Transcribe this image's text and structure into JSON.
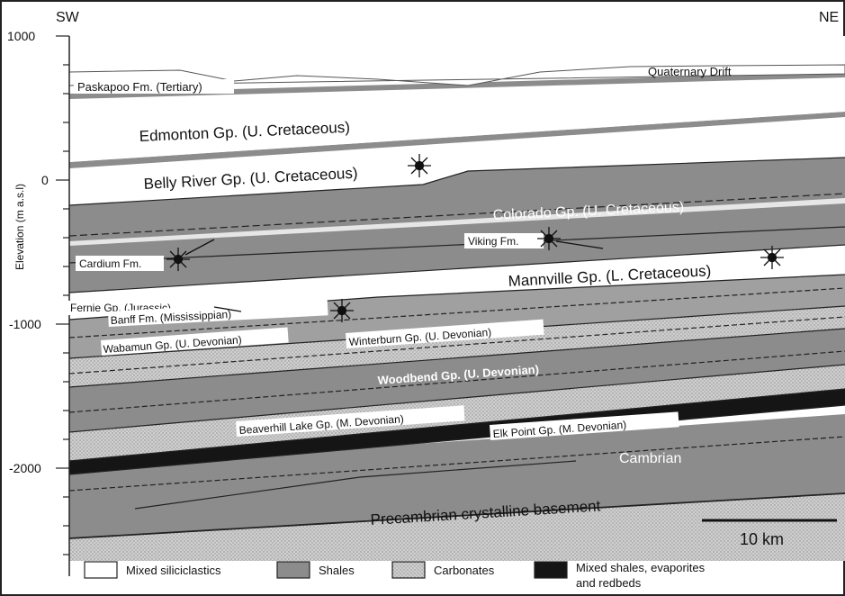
{
  "orientation": {
    "left": "SW",
    "right": "NE"
  },
  "y_axis": {
    "label": "Elevation (m a.s.l)",
    "ticks": [
      "1000",
      "0",
      "-1000",
      "-2000"
    ]
  },
  "units": {
    "quaternary": "Quaternary Drift",
    "paskapoo": "Paskapoo Fm. (Tertiary)",
    "edmonton": "Edmonton Gp. (U. Cretaceous)",
    "belly_river": "Belly River Gp. (U. Cretaceous)",
    "colorado": "Colorado Gp. (U. Cretaceous)",
    "viking": "Viking Fm.",
    "cardium": "Cardium Fm.",
    "mannville": "Mannville Gp. (L. Cretaceous)",
    "fernie": "Fernie Gp. (Jurassic)",
    "banff": "Banff Fm. (Mississippian)",
    "wabamun": "Wabamun Gp. (U. Devonian)",
    "winterburn": "Winterburn Gp. (U. Devonian)",
    "woodbend": "Woodbend Gp. (U. Devonian)",
    "beaverhill": "Beaverhill Lake Gp. (M. Devonian)",
    "elk_point": "Elk Point Gp. (M. Devonian)",
    "cambrian": "Cambrian",
    "precambrian": "Precambrian crystalline basement"
  },
  "scale_bar": {
    "label": "10 km"
  },
  "legend": [
    {
      "label": "Mixed siliciclastics"
    },
    {
      "label": "Shales"
    },
    {
      "label": "Carbonates"
    },
    {
      "label_line1": "Mixed shales, evaporites",
      "label_line2": "and redbeds"
    }
  ],
  "colors": {
    "siliciclastics": "#ffffff",
    "shales": "#8c8c8c",
    "carbonates": "#c9c9c9",
    "evaporites": "#151515",
    "outline": "#222222"
  }
}
